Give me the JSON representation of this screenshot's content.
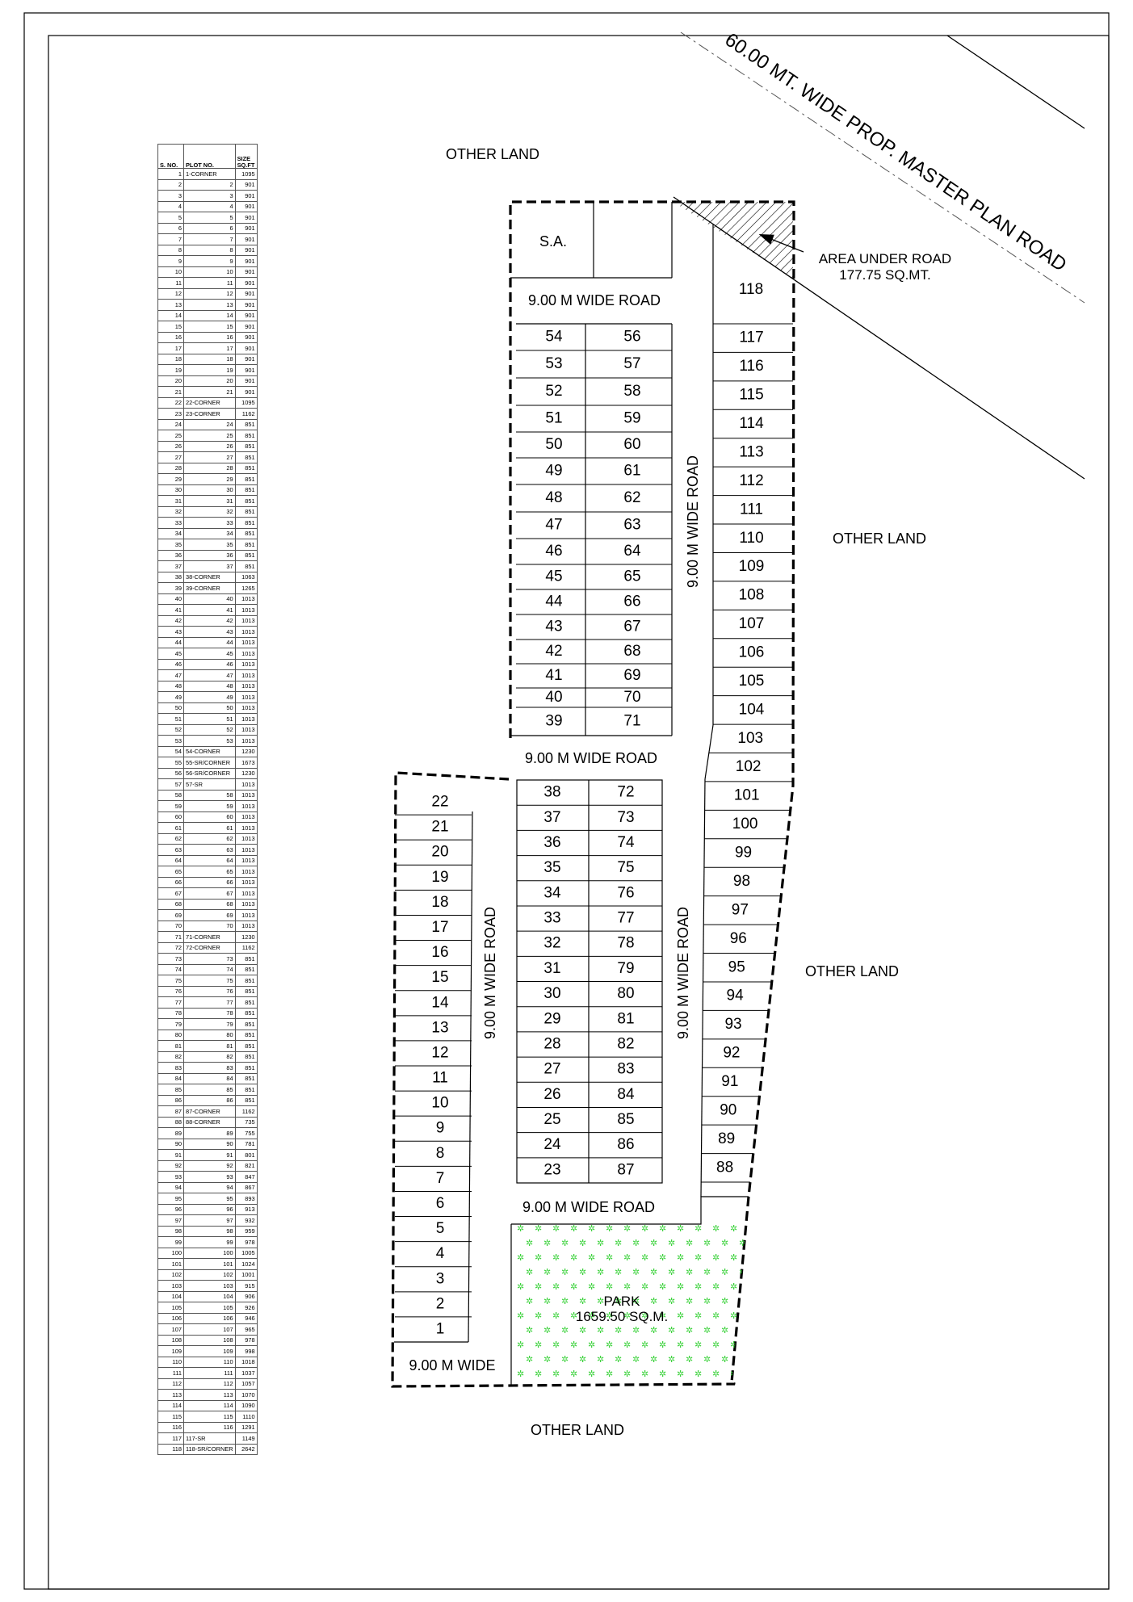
{
  "table": {
    "headers": {
      "sno": "S. NO.",
      "plot": "PLOT NO.",
      "size_top": "SIZE",
      "size_bottom": "SQ.FT"
    },
    "rows": [
      [
        1,
        "1-CORNER",
        1095
      ],
      [
        2,
        "2",
        901
      ],
      [
        3,
        "3",
        901
      ],
      [
        4,
        "4",
        901
      ],
      [
        5,
        "5",
        901
      ],
      [
        6,
        "6",
        901
      ],
      [
        7,
        "7",
        901
      ],
      [
        8,
        "8",
        901
      ],
      [
        9,
        "9",
        901
      ],
      [
        10,
        "10",
        901
      ],
      [
        11,
        "11",
        901
      ],
      [
        12,
        "12",
        901
      ],
      [
        13,
        "13",
        901
      ],
      [
        14,
        "14",
        901
      ],
      [
        15,
        "15",
        901
      ],
      [
        16,
        "16",
        901
      ],
      [
        17,
        "17",
        901
      ],
      [
        18,
        "18",
        901
      ],
      [
        19,
        "19",
        901
      ],
      [
        20,
        "20",
        901
      ],
      [
        21,
        "21",
        901
      ],
      [
        22,
        "22-CORNER",
        1095
      ],
      [
        23,
        "23-CORNER",
        1162
      ],
      [
        24,
        "24",
        851
      ],
      [
        25,
        "25",
        851
      ],
      [
        26,
        "26",
        851
      ],
      [
        27,
        "27",
        851
      ],
      [
        28,
        "28",
        851
      ],
      [
        29,
        "29",
        851
      ],
      [
        30,
        "30",
        851
      ],
      [
        31,
        "31",
        851
      ],
      [
        32,
        "32",
        851
      ],
      [
        33,
        "33",
        851
      ],
      [
        34,
        "34",
        851
      ],
      [
        35,
        "35",
        851
      ],
      [
        36,
        "36",
        851
      ],
      [
        37,
        "37",
        851
      ],
      [
        38,
        "38-CORNER",
        1063
      ],
      [
        39,
        "39-CORNER",
        1265
      ],
      [
        40,
        "40",
        1013
      ],
      [
        41,
        "41",
        1013
      ],
      [
        42,
        "42",
        1013
      ],
      [
        43,
        "43",
        1013
      ],
      [
        44,
        "44",
        1013
      ],
      [
        45,
        "45",
        1013
      ],
      [
        46,
        "46",
        1013
      ],
      [
        47,
        "47",
        1013
      ],
      [
        48,
        "48",
        1013
      ],
      [
        49,
        "49",
        1013
      ],
      [
        50,
        "50",
        1013
      ],
      [
        51,
        "51",
        1013
      ],
      [
        52,
        "52",
        1013
      ],
      [
        53,
        "53",
        1013
      ],
      [
        54,
        "54-CORNER",
        1230
      ],
      [
        55,
        "55-SR/CORNER",
        1673
      ],
      [
        56,
        "56-SR/CORNER",
        1230
      ],
      [
        57,
        "57-SR",
        1013
      ],
      [
        58,
        "58",
        1013
      ],
      [
        59,
        "59",
        1013
      ],
      [
        60,
        "60",
        1013
      ],
      [
        61,
        "61",
        1013
      ],
      [
        62,
        "62",
        1013
      ],
      [
        63,
        "63",
        1013
      ],
      [
        64,
        "64",
        1013
      ],
      [
        65,
        "65",
        1013
      ],
      [
        66,
        "66",
        1013
      ],
      [
        67,
        "67",
        1013
      ],
      [
        68,
        "68",
        1013
      ],
      [
        69,
        "69",
        1013
      ],
      [
        70,
        "70",
        1013
      ],
      [
        71,
        "71-CORNER",
        1230
      ],
      [
        72,
        "72-CORNER",
        1162
      ],
      [
        73,
        "73",
        851
      ],
      [
        74,
        "74",
        851
      ],
      [
        75,
        "75",
        851
      ],
      [
        76,
        "76",
        851
      ],
      [
        77,
        "77",
        851
      ],
      [
        78,
        "78",
        851
      ],
      [
        79,
        "79",
        851
      ],
      [
        80,
        "80",
        851
      ],
      [
        81,
        "81",
        851
      ],
      [
        82,
        "82",
        851
      ],
      [
        83,
        "83",
        851
      ],
      [
        84,
        "84",
        851
      ],
      [
        85,
        "85",
        851
      ],
      [
        86,
        "86",
        851
      ],
      [
        87,
        "87-CORNER",
        1162
      ],
      [
        88,
        "88-CORNER",
        735
      ],
      [
        89,
        "89",
        755
      ],
      [
        90,
        "90",
        781
      ],
      [
        91,
        "91",
        801
      ],
      [
        92,
        "92",
        821
      ],
      [
        93,
        "93",
        847
      ],
      [
        94,
        "94",
        867
      ],
      [
        95,
        "95",
        893
      ],
      [
        96,
        "96",
        913
      ],
      [
        97,
        "97",
        932
      ],
      [
        98,
        "98",
        959
      ],
      [
        99,
        "99",
        978
      ],
      [
        100,
        "100",
        1005
      ],
      [
        101,
        "101",
        1024
      ],
      [
        102,
        "102",
        1001
      ],
      [
        103,
        "103",
        915
      ],
      [
        104,
        "104",
        906
      ],
      [
        105,
        "105",
        926
      ],
      [
        106,
        "106",
        946
      ],
      [
        107,
        "107",
        965
      ],
      [
        108,
        "108",
        978
      ],
      [
        109,
        "109",
        998
      ],
      [
        110,
        "110",
        1018
      ],
      [
        111,
        "111",
        1037
      ],
      [
        112,
        "112",
        1057
      ],
      [
        113,
        "113",
        1070
      ],
      [
        114,
        "114",
        1090
      ],
      [
        115,
        "115",
        1110
      ],
      [
        116,
        "116",
        1291
      ],
      [
        117,
        "117-SR",
        1149
      ],
      [
        118,
        "118-SR/CORNER",
        2642
      ]
    ]
  },
  "labels": {
    "master_road": "60.00 MT. WIDE PROP. MASTER PLAN ROAD",
    "other_land": "OTHER LAND",
    "road_9m": "9.00 M WIDE ROAD",
    "road_9m_short": "9.00 M WIDE",
    "sa": "S.A.",
    "area_under_road_1": "AREA UNDER ROAD",
    "area_under_road_2": "177.75 SQ.MT.",
    "park_1": "PARK",
    "park_2": "1659.50 SQ.M."
  },
  "colors": {
    "park_marks": "#3cd23c",
    "line": "#000000"
  }
}
